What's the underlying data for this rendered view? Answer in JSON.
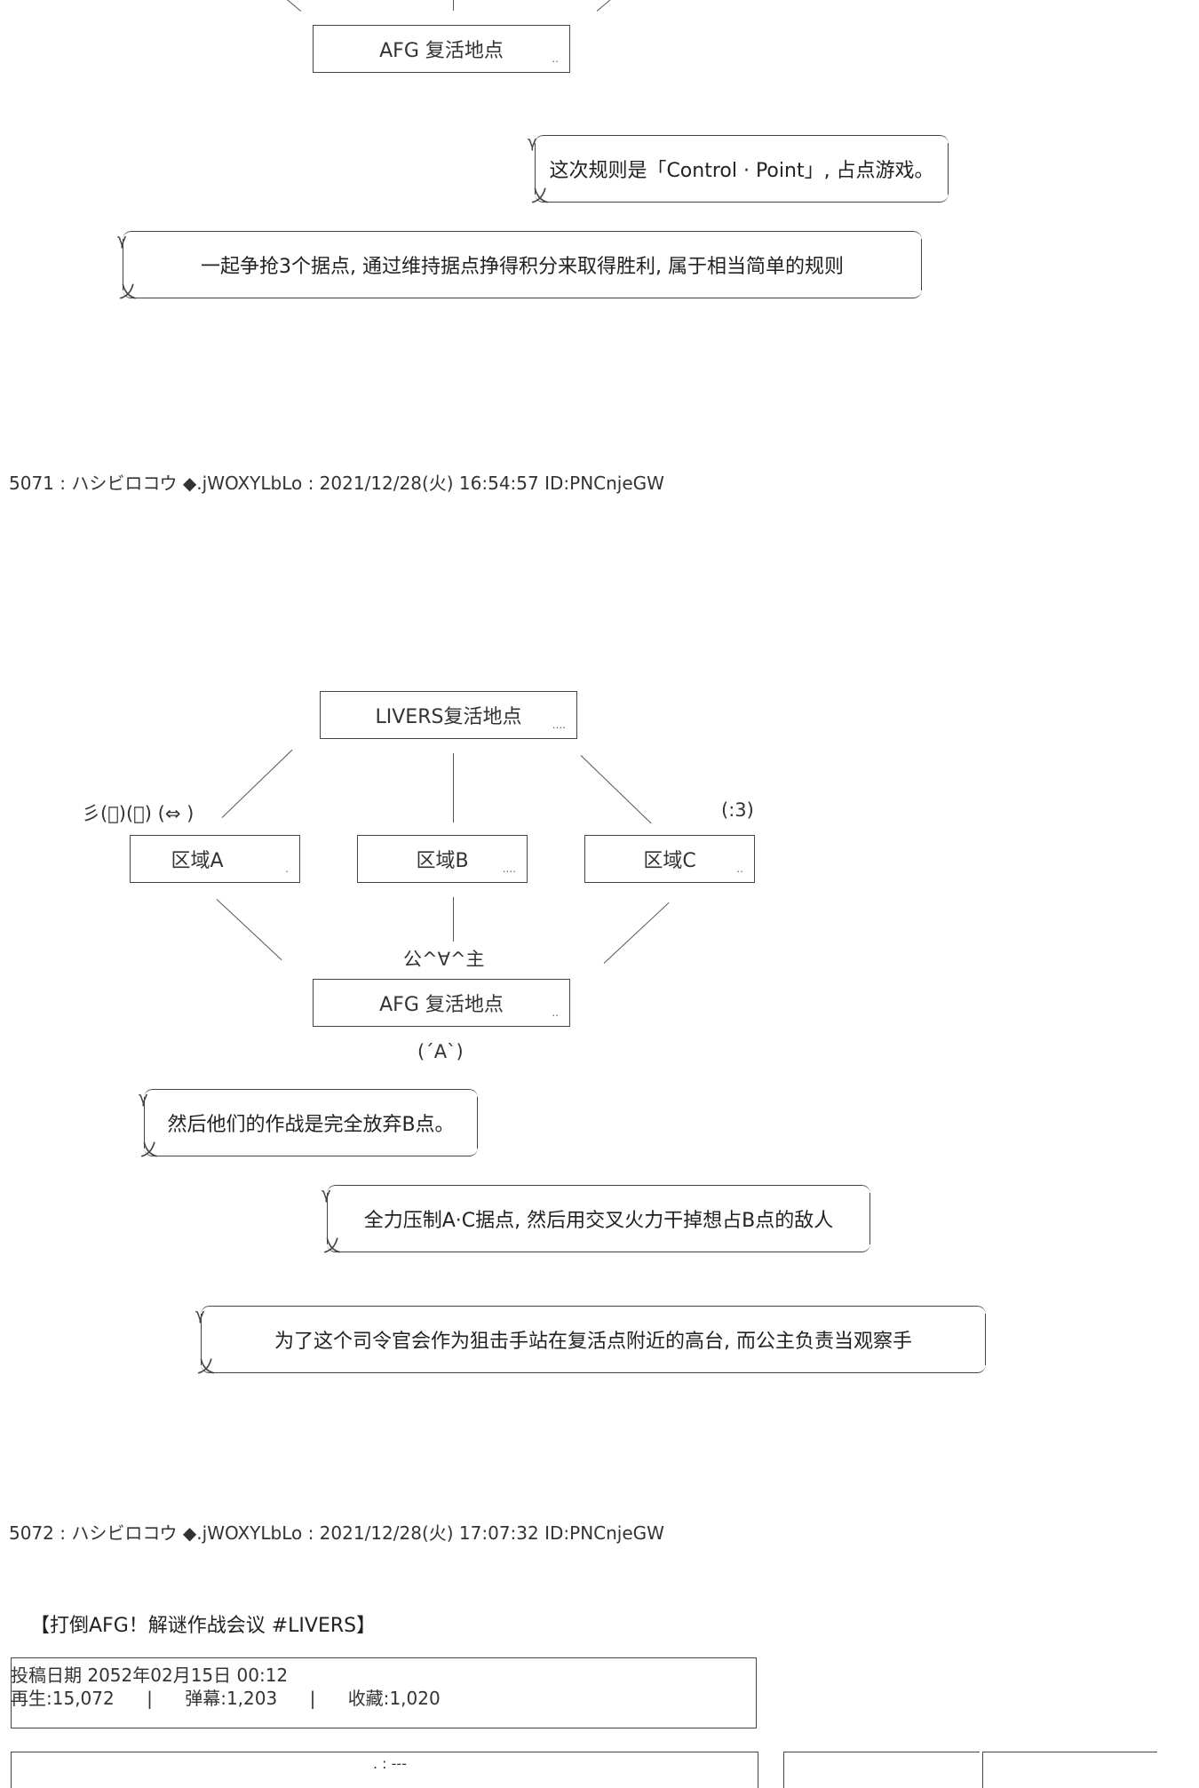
{
  "top_diagram": {
    "afg_box_label": "AFG 复活地点",
    "afg_box_dots": ".."
  },
  "bubbles_1": [
    {
      "text": "这次规则是「Control · Point」, 占点游戏。"
    },
    {
      "text": "一起争抢3个据点, 通过维持据点挣得积分来取得胜利, 属于相当简单的规则"
    }
  ],
  "post_5071": {
    "header": "5071 : ハシビロコウ ◆.jWOXYLbLo : 2021/12/28(火) 16:54:57 ID:PNCnjeGW"
  },
  "map_diagram": {
    "livers_box": {
      "label": "LIVERS复活地点",
      "dots": "...."
    },
    "zone_a": {
      "label": "区域A",
      "dots": "."
    },
    "zone_b": {
      "label": "区域B",
      "dots": "...."
    },
    "zone_c": {
      "label": "区域C",
      "dots": ".."
    },
    "afg_box": {
      "label": "AFG 复活地点",
      "dots": ".."
    },
    "face_left": "彡(゚)(゚) (⇔ )",
    "face_right": "(:3)",
    "face_center": "公^∀^主",
    "face_bottom": "(´A`)"
  },
  "bubbles_2": [
    {
      "text": "然后他们的作战是完全放弃B点。"
    },
    {
      "text": "全力压制A·C据点, 然后用交叉火力干掉想占B点的敌人"
    },
    {
      "text": "为了这个司令官会作为狙击手站在复活点附近的高台, 而公主负责当观察手"
    }
  ],
  "post_5072": {
    "header": "5072 : ハシビロコウ ◆.jWOXYLbLo : 2021/12/28(火) 17:07:32 ID:PNCnjeGW"
  },
  "video": {
    "title": "【打倒AFG！解谜作战会议 #LIVERS】",
    "post_date_label": "投稿日期",
    "post_date_value": "2052年02月15日 00:12",
    "plays_label": "再生:",
    "plays_value": "15,072",
    "danmaku_label": "弹幕:",
    "danmaku_value": "1,203",
    "favorites_label": "收藏:",
    "favorites_value": "1,020",
    "bottom_fragment": ". : ---"
  }
}
